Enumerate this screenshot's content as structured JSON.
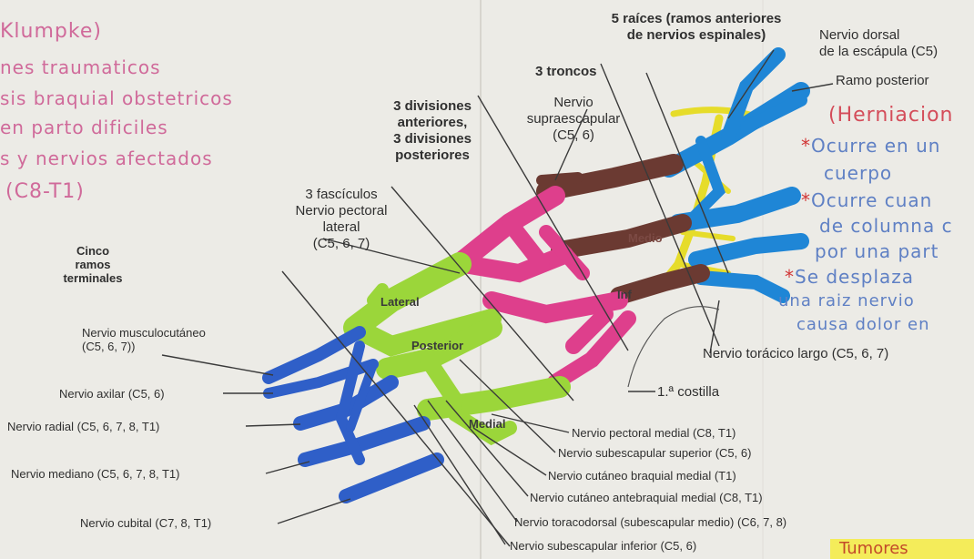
{
  "handwritten_left": [
    "Klumpke)",
    "nes traumaticos",
    "sis braquial obstetricos",
    "en parto dificiles",
    "s y nervios afectados",
    "(C8-T1)"
  ],
  "handwritten_right": {
    "label": "(Herniacion",
    "notes": [
      {
        "star": "*",
        "text": "Ocurre en un"
      },
      {
        "star": "",
        "text": "cuerpo"
      },
      {
        "star": "*",
        "text": "Ocurre cuan"
      },
      {
        "star": "",
        "text": "de columna c"
      },
      {
        "star": "",
        "text": "por una part"
      },
      {
        "star": "*",
        "text": "Se desplaza"
      },
      {
        "star": "",
        "text": "una raiz nervio"
      },
      {
        "star": "",
        "text": "causa dolor en"
      }
    ],
    "bottom_highlight": "Tumores"
  },
  "headers": {
    "roots": "5 raíces (ramos anteriores de nervios espinales)",
    "roots_line1": "5 raíces (ramos anteriores",
    "roots_line2": "de nervios espinales)",
    "trunks": "3 troncos",
    "divisions_line1": "3 divisiones",
    "divisions_line2": "anteriores,",
    "divisions_line3": "3 divisiones",
    "divisions_line4": "posteriores",
    "fascicles": "3 fascículos",
    "terminals_line1": "Cinco",
    "terminals_line2": "ramos",
    "terminals_line3": "terminales"
  },
  "branch_labels": {
    "suprascapular_line1": "Nervio",
    "suprascapular_line2": "supraescapular",
    "suprascapular_line3": "(C5, 6)",
    "pectoral_lateral_line1": "Nervio pectoral",
    "pectoral_lateral_line2": "lateral",
    "pectoral_lateral_line3": "(C5, 6, 7)",
    "dorsal_scapular_line1": "Nervio dorsal",
    "dorsal_scapular_line2": "de la escápula (C5)",
    "posterior_ramus": "Ramo posterior",
    "long_thoracic": "Nervio torácico largo (C5, 6, 7)",
    "first_rib": "1.ª costilla"
  },
  "terminal_nerves": [
    "Nervio musculocutáneo (C5, 6, 7))",
    "Nervio axilar (C5, 6)",
    "Nervio radial (C5, 6, 7, 8, T1)",
    "Nervio mediano (C5, 6, 7, 8, T1)",
    "Nervio cubital (C7, 8, T1)"
  ],
  "musculocutaneous_line1": "Nervio musculocutáneo",
  "musculocutaneous_line2": "(C5, 6, 7))",
  "medial_branches": [
    "Nervio pectoral medial (C8, T1)",
    "Nervio subescapular superior (C5, 6)",
    "Nervio cutáneo braquial medial (T1)",
    "Nervio cutáneo antebraquial medial (C8, T1)",
    "Nervio toracodorsal (subescapular medio) (C6, 7, 8)",
    "Nervio subescapular inferior (C5, 6)"
  ],
  "cord_tags": {
    "lateral": "Lateral",
    "posterior": "Posterior",
    "medial": "Medial",
    "medio": "Medio",
    "inferior": "Inf"
  },
  "colors": {
    "roots": "#1f86d6",
    "terminals": "#2f5fc8",
    "trunks": "#6b3a32",
    "divisions": "#de3f8c",
    "cords": "#9bd63a",
    "long_thoracic": "#e9e12e"
  }
}
